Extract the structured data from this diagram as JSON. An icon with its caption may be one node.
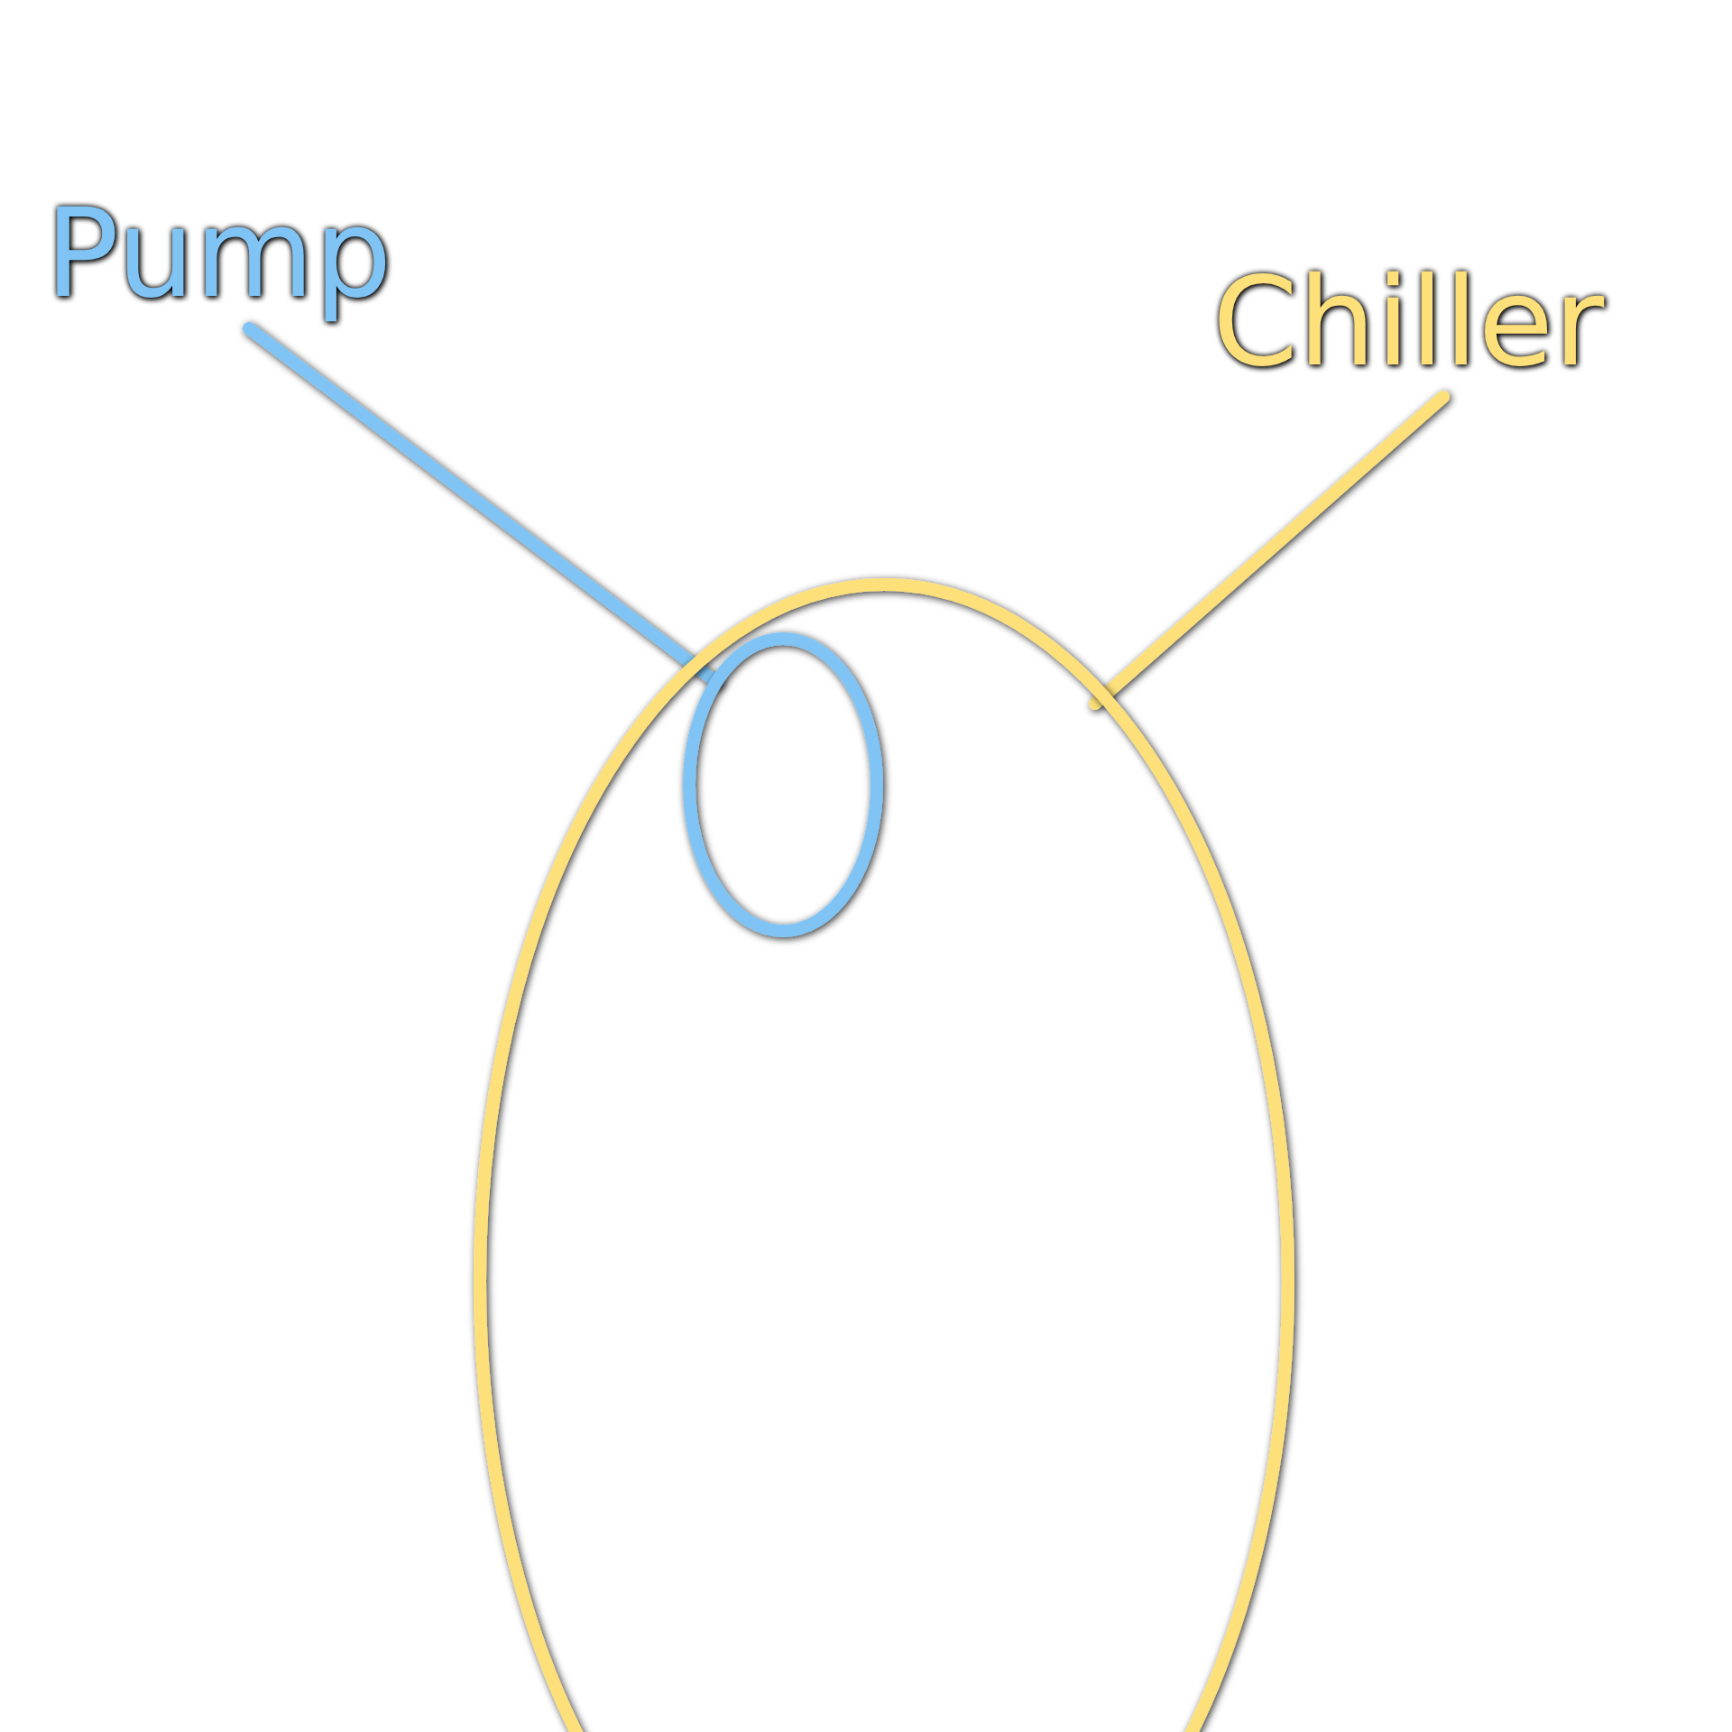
{
  "diagram": {
    "nodes": [
      {
        "text": [
          "Pump"
        ]
      },
      {
        "text": [
          "Chiller"
        ]
      },
      {
        "text": [],
        "shape": "ellipse"
      },
      {
        "text": [],
        "shape": "ellipse",
        "in": 2
      }
    ],
    "edges": [
      {
        "from": 0,
        "to": 3,
        "arrow": "none",
        "color": "#7fc4f5"
      },
      {
        "from": 1,
        "to": 2,
        "arrow": "none",
        "color": "#fde07a"
      }
    ]
  }
}
